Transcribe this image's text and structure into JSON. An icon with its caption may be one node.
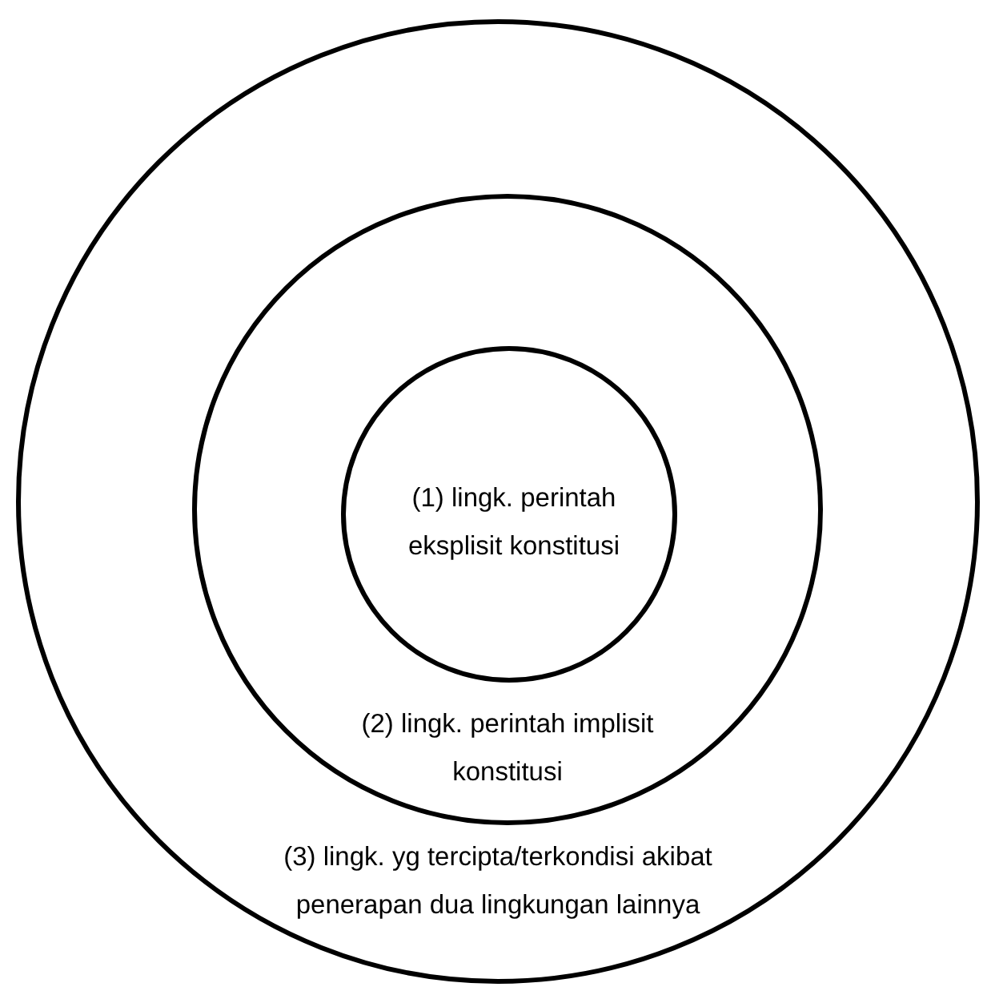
{
  "diagram": {
    "nodes": [
      {
        "text": [
          "(3) lingk. yg tercipta/terkondisi akibat penerapan dua lingkungan lainnya"
        ]
      },
      {
        "text": [
          "(2) lingk. perintah implisit konstitusi"
        ],
        "in": 0
      },
      {
        "text": [
          "(1) lingk. perintah eksplisit konstitusi"
        ],
        "in": 1
      }
    ]
  }
}
